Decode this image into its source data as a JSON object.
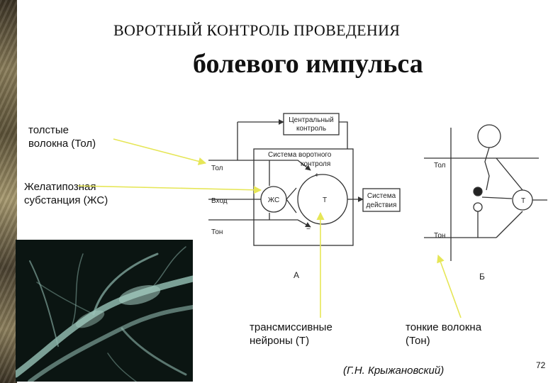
{
  "title": {
    "line1": "ВОРОТНЫЙ КОНТРОЛЬ ПРОВЕДЕНИЯ",
    "line2": "болевого импульса"
  },
  "annotations": {
    "thick_fibers": [
      "толстые",
      "волокна (Тол)"
    ],
    "gelatinous": [
      "Желатипозная",
      "субстанция (ЖС)"
    ],
    "transmission": [
      "трансмиссивные",
      "нейроны (Т)"
    ],
    "thin_fibers": [
      "тонкие волокна",
      "(Тон)"
    ]
  },
  "author": "(Г.Н. Крыжановский)",
  "page_number": "72",
  "diagram": {
    "a": {
      "central_control": [
        "Центральный",
        "контроль"
      ],
      "gate_system": [
        "Система воротного",
        "контроля"
      ],
      "tol": "Тол",
      "input": "Вход",
      "ton": "Тон",
      "zhs": "ЖС",
      "t": "Т",
      "action_system": [
        "Система",
        "действия"
      ],
      "plus": "+",
      "minus": "−",
      "panel": "А"
    },
    "b": {
      "tol": "Тол",
      "ton": "Тон",
      "t": "Т",
      "panel": "Б"
    }
  },
  "colors": {
    "arrow": "#e6e657",
    "line": "#333333",
    "micro_bg": "#0b1512",
    "micro_fiber": "#8fb8ae"
  }
}
